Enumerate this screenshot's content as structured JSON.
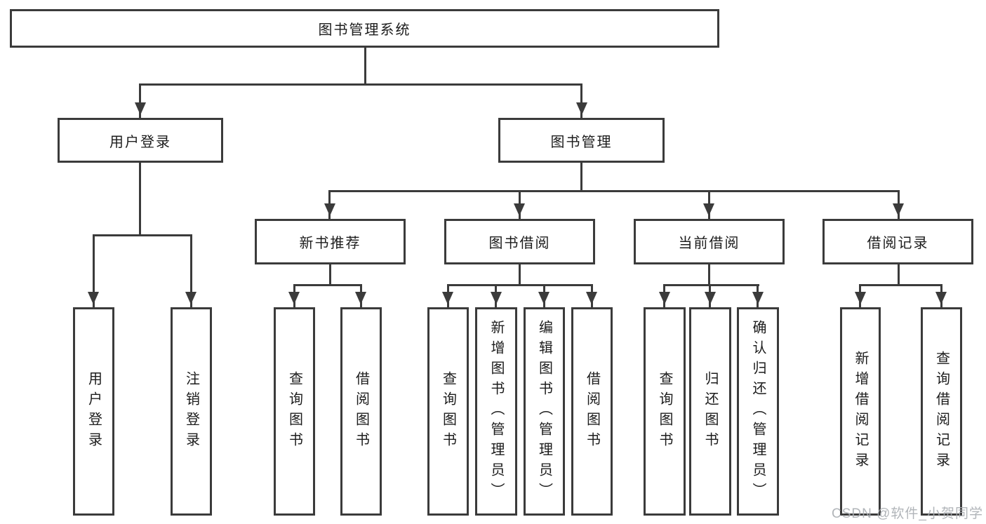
{
  "diagram": {
    "root": {
      "label": "图书管理系统"
    },
    "level2": [
      {
        "label": "用户登录"
      },
      {
        "label": "图书管理"
      }
    ],
    "level3": [
      {
        "label": "新书推荐"
      },
      {
        "label": "图书借阅"
      },
      {
        "label": "当前借阅"
      },
      {
        "label": "借阅记录"
      }
    ],
    "leaves": {
      "user_login": [
        {
          "label": "用户登录"
        },
        {
          "label": "注销登录"
        }
      ],
      "new_book": [
        {
          "label": "查询图书"
        },
        {
          "label": "借阅图书"
        }
      ],
      "book_borrow": [
        {
          "label": "查询图书"
        },
        {
          "label": "新增图书（管理员）"
        },
        {
          "label": "编辑图书（管理员）"
        },
        {
          "label": "借阅图书"
        }
      ],
      "current_borrow": [
        {
          "label": "查询图书"
        },
        {
          "label": "归还图书"
        },
        {
          "label": "确认归还（管理员）"
        }
      ],
      "borrow_records": [
        {
          "label": "新增借阅记录"
        },
        {
          "label": "查询借阅记录"
        }
      ]
    }
  },
  "watermark": {
    "text": "CSDN @软件_小贺同学"
  },
  "colors": {
    "line": "#3b3b3b",
    "text": "#1c1c1c",
    "watermark": "#a9adb2",
    "background": "#ffffff"
  }
}
